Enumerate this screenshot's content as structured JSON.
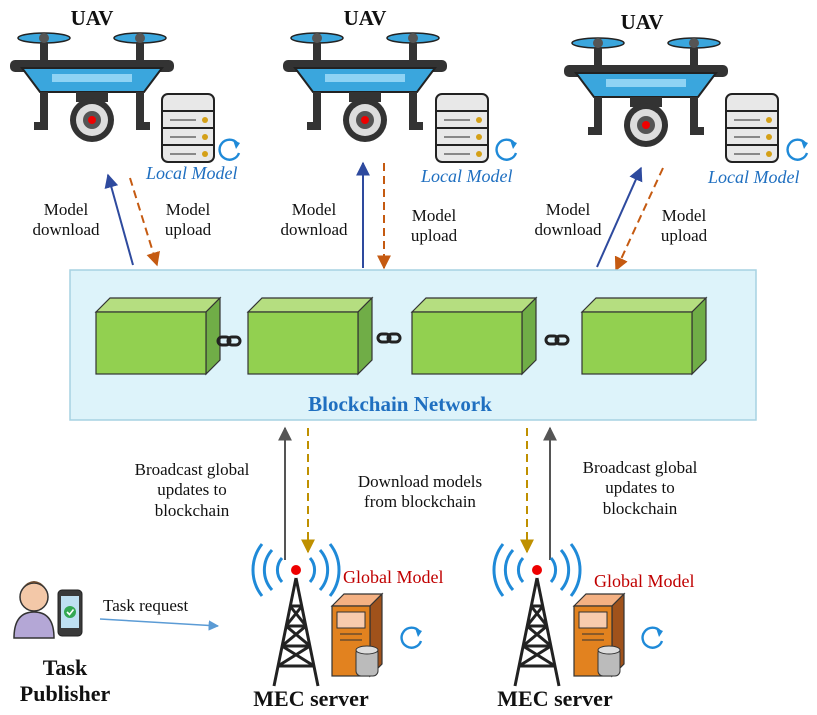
{
  "uav": {
    "title": "UAV",
    "local_model_label": "Local Model",
    "model_download_label": "Model\ndownload",
    "model_upload_label": "Model\nupload"
  },
  "blockchain": {
    "title": "Blockchain Network",
    "block_color": "#92d050",
    "panel_color": "#ddf3fa"
  },
  "mec": {
    "server_label": "MEC server",
    "global_model_label": "Global Model",
    "broadcast_label": "Broadcast global\nupdates to\nblockchain",
    "download_label": "Download models\nfrom blockchain"
  },
  "task": {
    "request_label": "Task request",
    "publisher_label": "Task\nPublisher"
  },
  "colors": {
    "download_arrow": "#2e4a9e",
    "upload_arrow": "#c55a11",
    "mec_up_arrow": "#555555",
    "mec_down_arrow": "#bf9000",
    "request_arrow": "#5b9bd5",
    "drone_body": "#3aa6dd",
    "drone_dark": "#333333"
  }
}
